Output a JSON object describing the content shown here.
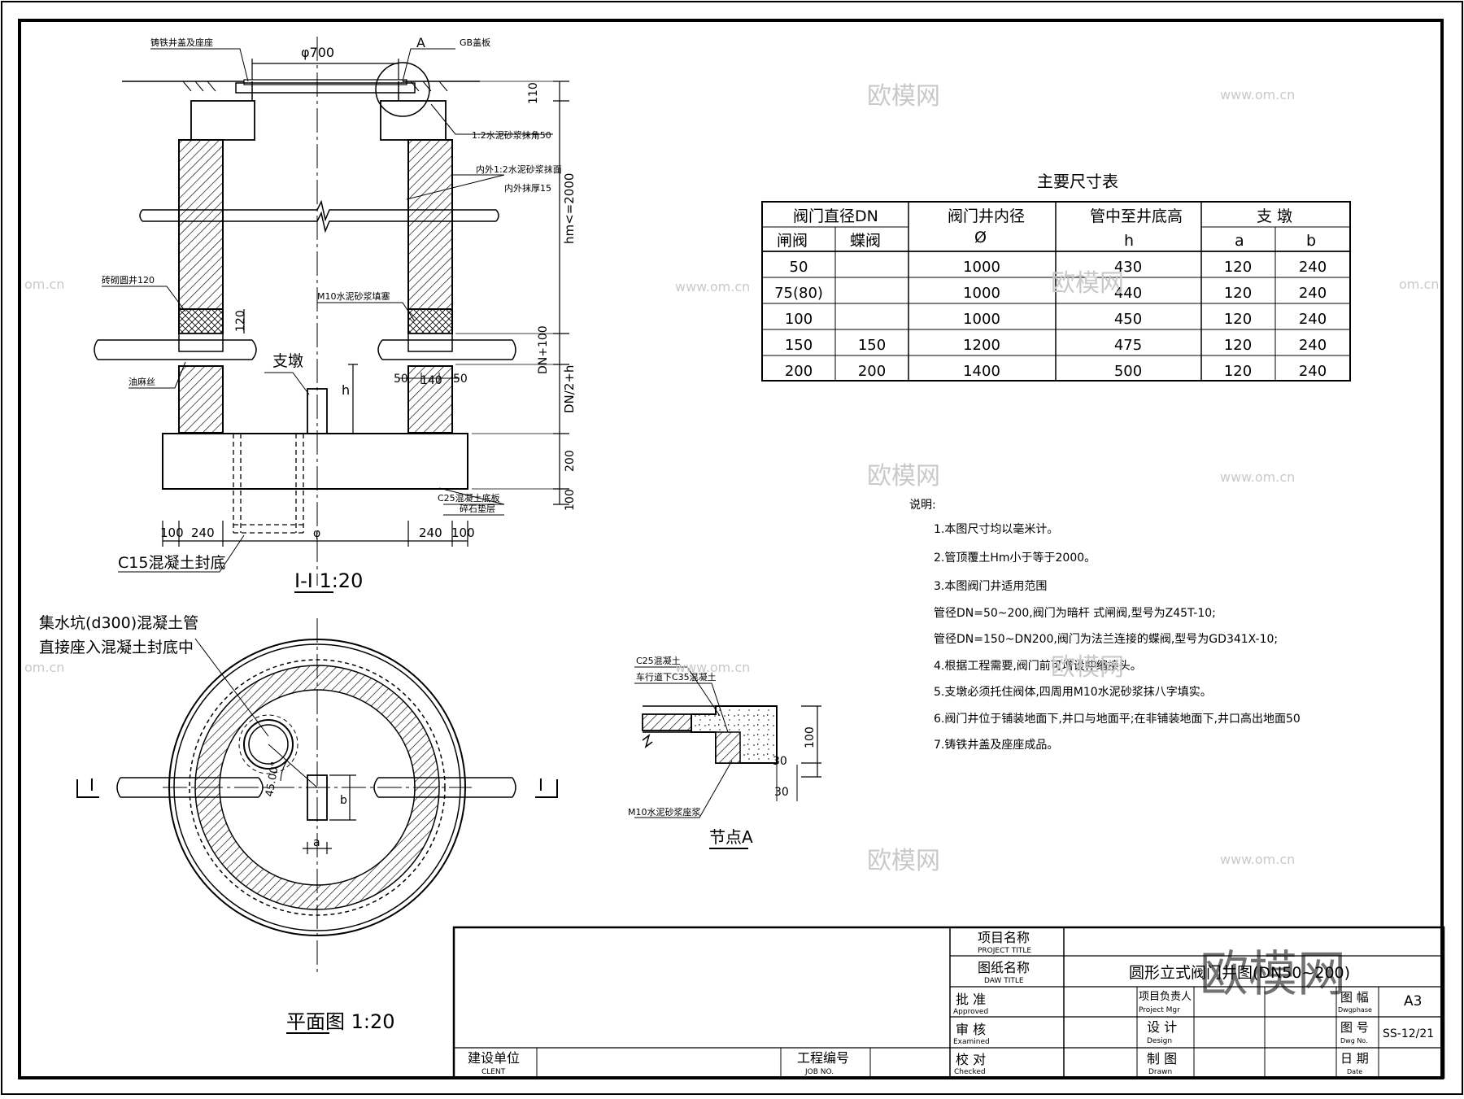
{
  "section": {
    "title": "I-I 1:20",
    "dims": {
      "phi700": "φ700",
      "A": "A",
      "d110": "110",
      "hm": "hm<=2000",
      "d120": "120",
      "dn100": "DN+100",
      "dn2h": "DN/2+h",
      "d200": "200",
      "d100v": "100",
      "d50a": "50",
      "d140": "140",
      "d50b": "50",
      "h": "h",
      "b100a": "100",
      "b240a": "240",
      "b240b": "240",
      "b100b": "100",
      "phi": "φ"
    },
    "labels": {
      "cover": "铸铁井盖及座座",
      "gb": "GB盖板",
      "mortar50": "1:2水泥砂浆抹角50",
      "plaster": "内外1:2水泥砂浆抹面",
      "plaster15": "内外抹厚15",
      "brick": "砖砌圆井120",
      "m10": "M10水泥砂浆填塞",
      "oilhemp": "油麻丝",
      "c25": "C25混凝土底板",
      "gravel": "碎石垫层",
      "pier": "支墩",
      "c15": "C15混凝土封底"
    }
  },
  "plan": {
    "title": "平面图 1:20",
    "note1": "集水坑(d300)混凝土管",
    "note2": "直接座入混凝土封底中",
    "cut_left": "I",
    "cut_right": "I",
    "angle": "45.00°",
    "dim_a": "a",
    "dim_b": "b"
  },
  "node": {
    "title": "节点A",
    "c25": "C25混凝土",
    "c35": "车行道下C35混凝土",
    "m10": "M10水泥砂浆座浆",
    "d100": "100",
    "d30a": "30",
    "d30b": "30"
  },
  "table": {
    "title": "主要尺寸表",
    "header": {
      "valve_dn": "阀门直径DN",
      "gate": "闸阀",
      "butterfly": "蝶阀",
      "inner": "阀门井内径",
      "inner_sym": "Ø",
      "pipe_h": "管中至井底高",
      "pipe_h_sym": "h",
      "pier": "支  墩",
      "a": "a",
      "b": "b"
    },
    "rows": [
      [
        "50",
        "",
        "1000",
        "430",
        "120",
        "240"
      ],
      [
        "75(80)",
        "",
        "1000",
        "440",
        "120",
        "240"
      ],
      [
        "100",
        "",
        "1000",
        "450",
        "120",
        "240"
      ],
      [
        "150",
        "150",
        "1200",
        "475",
        "120",
        "240"
      ],
      [
        "200",
        "200",
        "1400",
        "500",
        "120",
        "240"
      ]
    ]
  },
  "notes": {
    "heading": "说明:",
    "items": [
      "1.本图尺寸均以毫米计。",
      "2.管顶覆土Hm小于等于2000。",
      "3.本图阀门井适用范围",
      "管径DN=50~200,阀门为暗杆 式闸阀,型号为Z45T-10;",
      "管径DN=150~DN200,阀门为法兰连接的蝶阀,型号为GD341X-10;",
      "4.根据工程需要,阀门前可增设伸缩接头。",
      "5.支墩必须托住阀体,四周用M10水泥砂浆抹八字填实。",
      "6.阀门井位于铺装地面下,井口与地面平;在非铺装地面下,井口高出地面50",
      "7.铸铁井盖及座座成品。"
    ]
  },
  "titleblock": {
    "project_title_cn": "项目名称",
    "project_title_en": "PROJECT TITLE",
    "draw_title_cn": "图纸名称",
    "draw_title_en": "DAW TITLE",
    "drawing_name": "圆形立式阀门井图(DN50~200)",
    "approved_cn": "批 准",
    "approved_en": "Approved",
    "examined_cn": "审 核",
    "examined_en": "Examined",
    "checked_cn": "校 对",
    "checked_en": "Checked",
    "mgr_cn": "项目负责人",
    "mgr_en": "Project Mgr",
    "design_cn": "设 计",
    "design_en": "Design",
    "drawn_cn": "制 图",
    "drawn_en": "Drawn",
    "phase_cn": "图 幅",
    "phase_en": "Dwgphase",
    "phase_val": "A3",
    "dwgno_cn": "图 号",
    "dwgno_en": "Dwg No.",
    "dwgno_val": "SS-12/21",
    "date_cn": "日 期",
    "date_en": "Date",
    "client_cn": "建设单位",
    "client_en": "CLENT",
    "job_cn": "工程编号",
    "job_en": "JOB NO."
  },
  "watermark": {
    "brand": "欧模网",
    "site": "www.om.cn",
    "site_partial": "om.cn",
    "big": "欧模网"
  }
}
